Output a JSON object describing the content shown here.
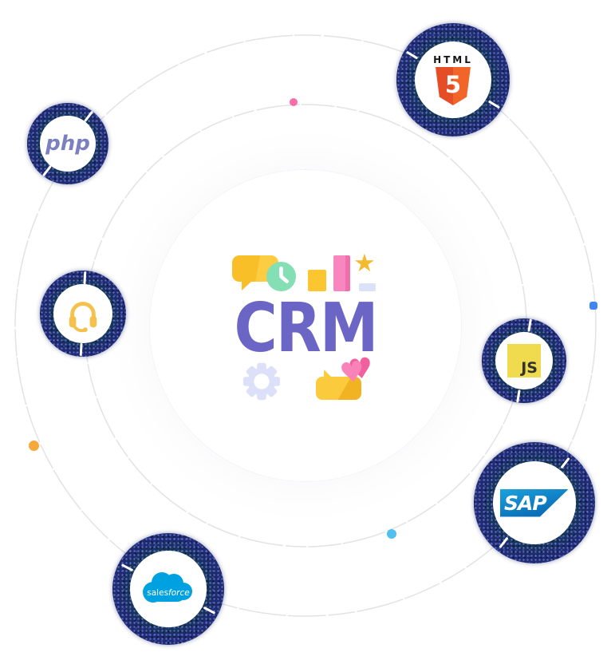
{
  "center": {
    "title": "CRM",
    "title_color": "#6B65C6",
    "decor": {
      "speech_bubble_color": "#F9BF28",
      "clock_color": "#85DFB5",
      "bar_yellow": "#FBC630",
      "bar_pink": "#F787BE",
      "star_color": "#F2BB30",
      "accent_rect_color": "#DCE2F9",
      "gear_color": "#DCE0F8",
      "heart_color_front": "#F983B9",
      "heart_color_back": "#F25F9F"
    }
  },
  "glyphs": {
    "star": "★",
    "heart": "♥"
  },
  "badges": {
    "php": {
      "label": "php",
      "text_color": "#7B80C0"
    },
    "html5": {
      "wordmark": "HTML",
      "digit": "5",
      "shield_left": "#E44D26",
      "shield_right": "#F16529"
    },
    "support": {
      "icon": "headset-icon",
      "color": "#F6C14A"
    },
    "js": {
      "label": "JS",
      "bg": "#F0DB4F",
      "text_color": "#323330"
    },
    "sap": {
      "label": "SAP",
      "blue_top": "#1CA2DE",
      "blue_bottom": "#0A6FB8"
    },
    "salesforce": {
      "label_regular": "sales",
      "label_italic": "force",
      "cloud_color": "#00A1E0"
    }
  },
  "ring": {
    "navy": "#1E2A6E",
    "teal": "#113038",
    "orbit_line": "#e2e2e7"
  },
  "accent_dots": [
    {
      "name": "pink",
      "color": "#F76FA4"
    },
    {
      "name": "orange",
      "color": "#F5A93B"
    },
    {
      "name": "blue",
      "color": "#4186F0"
    },
    {
      "name": "cyan",
      "color": "#4FC0F0"
    }
  ]
}
